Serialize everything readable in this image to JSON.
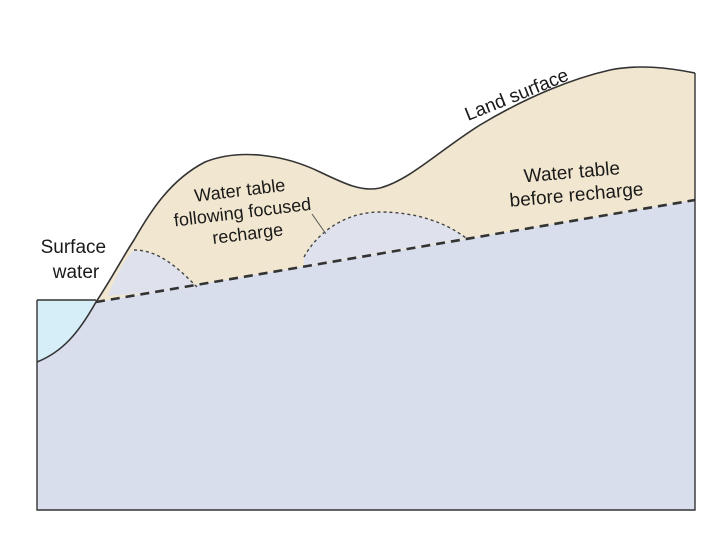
{
  "labels": {
    "land_surface": "Land surface",
    "water_table_before_line1": "Water table",
    "water_table_before_line2": "before recharge",
    "water_table_following_line1": "Water table",
    "water_table_following_line2": "following focused",
    "water_table_following_line3": "recharge",
    "surface_water_line1": "Surface",
    "surface_water_line2": "water"
  },
  "colors": {
    "unsaturated_zone": "#f1e6cf",
    "saturated_zone": "#d9deec",
    "mound": "#dfe2ec",
    "surface_water": "#d6eef7",
    "outline": "#333333",
    "dashed_line": "#333333"
  }
}
